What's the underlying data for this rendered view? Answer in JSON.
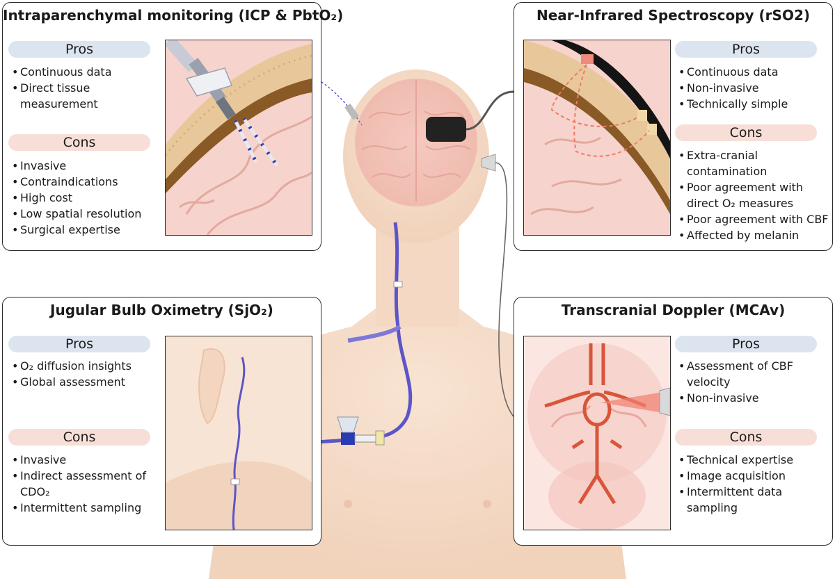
{
  "panels": {
    "intraparenchymal": {
      "title": "Intraparenchymal monitoring (ICP & PbtO₂)",
      "pros_label": "Pros",
      "pros": [
        "Continuous data",
        "Direct tissue measurement"
      ],
      "cons_label": "Cons",
      "cons": [
        "Invasive",
        "Contraindications",
        "High cost",
        "Low spatial resolution",
        "Surgical expertise"
      ]
    },
    "nirs": {
      "title": "Near-Infrared Spectroscopy (rSO2)",
      "pros_label": "Pros",
      "pros": [
        "Continuous data",
        "Non-invasive",
        "Technically simple"
      ],
      "cons_label": "Cons",
      "cons": [
        "Extra-cranial contamination",
        "Poor agreement with direct O₂ measures",
        "Poor agreement with CBF",
        "Affected by melanin"
      ]
    },
    "jugular": {
      "title": "Jugular Bulb Oximetry (SjO₂)",
      "pros_label": "Pros",
      "pros": [
        "O₂ diffusion insights",
        "Global assessment"
      ],
      "cons_label": "Cons",
      "cons": [
        "Invasive",
        "Indirect assessment of CDO₂",
        "Intermittent sampling"
      ]
    },
    "tcd": {
      "title": "Transcranial Doppler (MCAv)",
      "pros_label": "Pros",
      "pros": [
        "Assessment of  CBF velocity",
        "Non-invasive"
      ],
      "cons_label": "Cons",
      "cons": [
        "Technical expertise",
        "Image acquisition",
        "Intermittent data sampling"
      ]
    }
  },
  "colors": {
    "pros_pill": "#dce4ef",
    "cons_pill": "#f7dfd8",
    "skin": "#f6ddc8",
    "brain": "#f3c3bb",
    "bone": "#e8c89a",
    "catheter": "#5b55c9",
    "artery": "#d9553a",
    "laser": "#f08070"
  }
}
